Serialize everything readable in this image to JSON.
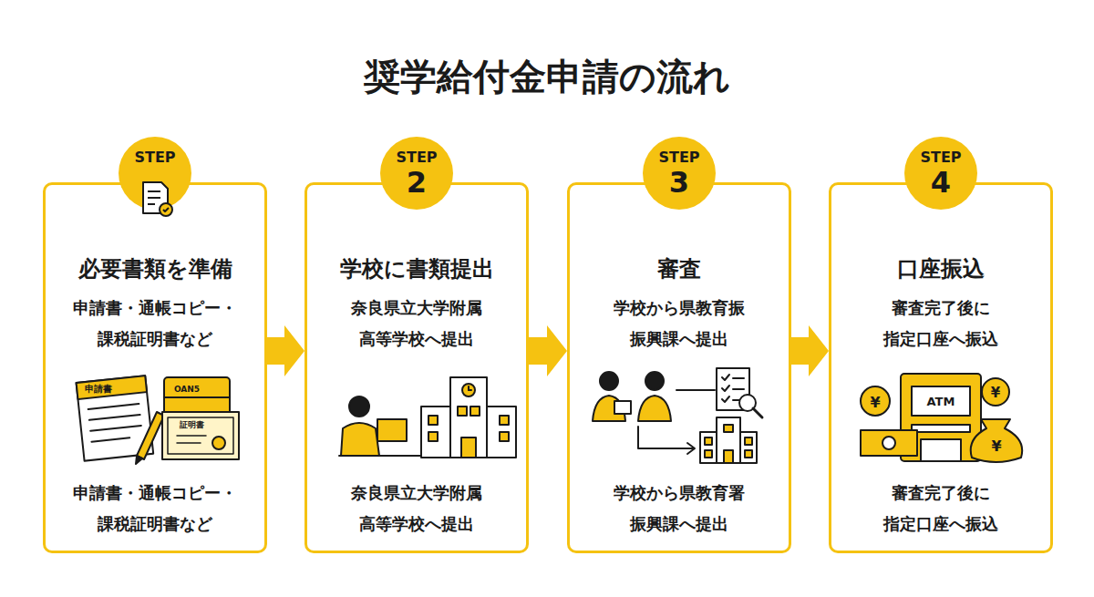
{
  "diagram": {
    "title": "奨学給付金申請の流れ",
    "nodes": [
      {
        "text": [
          "必要書類を準備",
          "申請書・通帳コピー・ 課税証明書など",
          "申請書・通帳コピー・ 課税証明書など"
        ]
      },
      {
        "text": [
          "STEP"
        ],
        "in": 0
      },
      {
        "text": [
          "学校に書類提出",
          "奈良県立大学附属 高等学校へ提出",
          "奈良県立大学附属 高等学校へ提出"
        ]
      },
      {
        "text": [
          "STEP",
          "2"
        ],
        "in": 2
      },
      {
        "text": [
          "審査",
          "学校から県教育振 振興課へ提出",
          "学校から県教育署 振興課へ提出"
        ]
      },
      {
        "text": [
          "STEP",
          "3"
        ],
        "in": 4
      },
      {
        "text": [
          "口座振込",
          "審査完了後に 指定口座へ振込",
          "審査完了後に 指定口座へ振込"
        ]
      },
      {
        "text": [
          "STEP",
          "4"
        ],
        "in": 6
      }
    ],
    "edges": [
      {
        "from": 0,
        "to": 2,
        "arrow": "to"
      },
      {
        "from": 2,
        "to": 4,
        "arrow": "to"
      },
      {
        "from": 4,
        "to": 6,
        "arrow": "to"
      }
    ],
    "labels": [
      "申請書",
      "OAN5",
      "証明書",
      "ATM",
      "¥",
      "¥",
      "¥"
    ]
  }
}
